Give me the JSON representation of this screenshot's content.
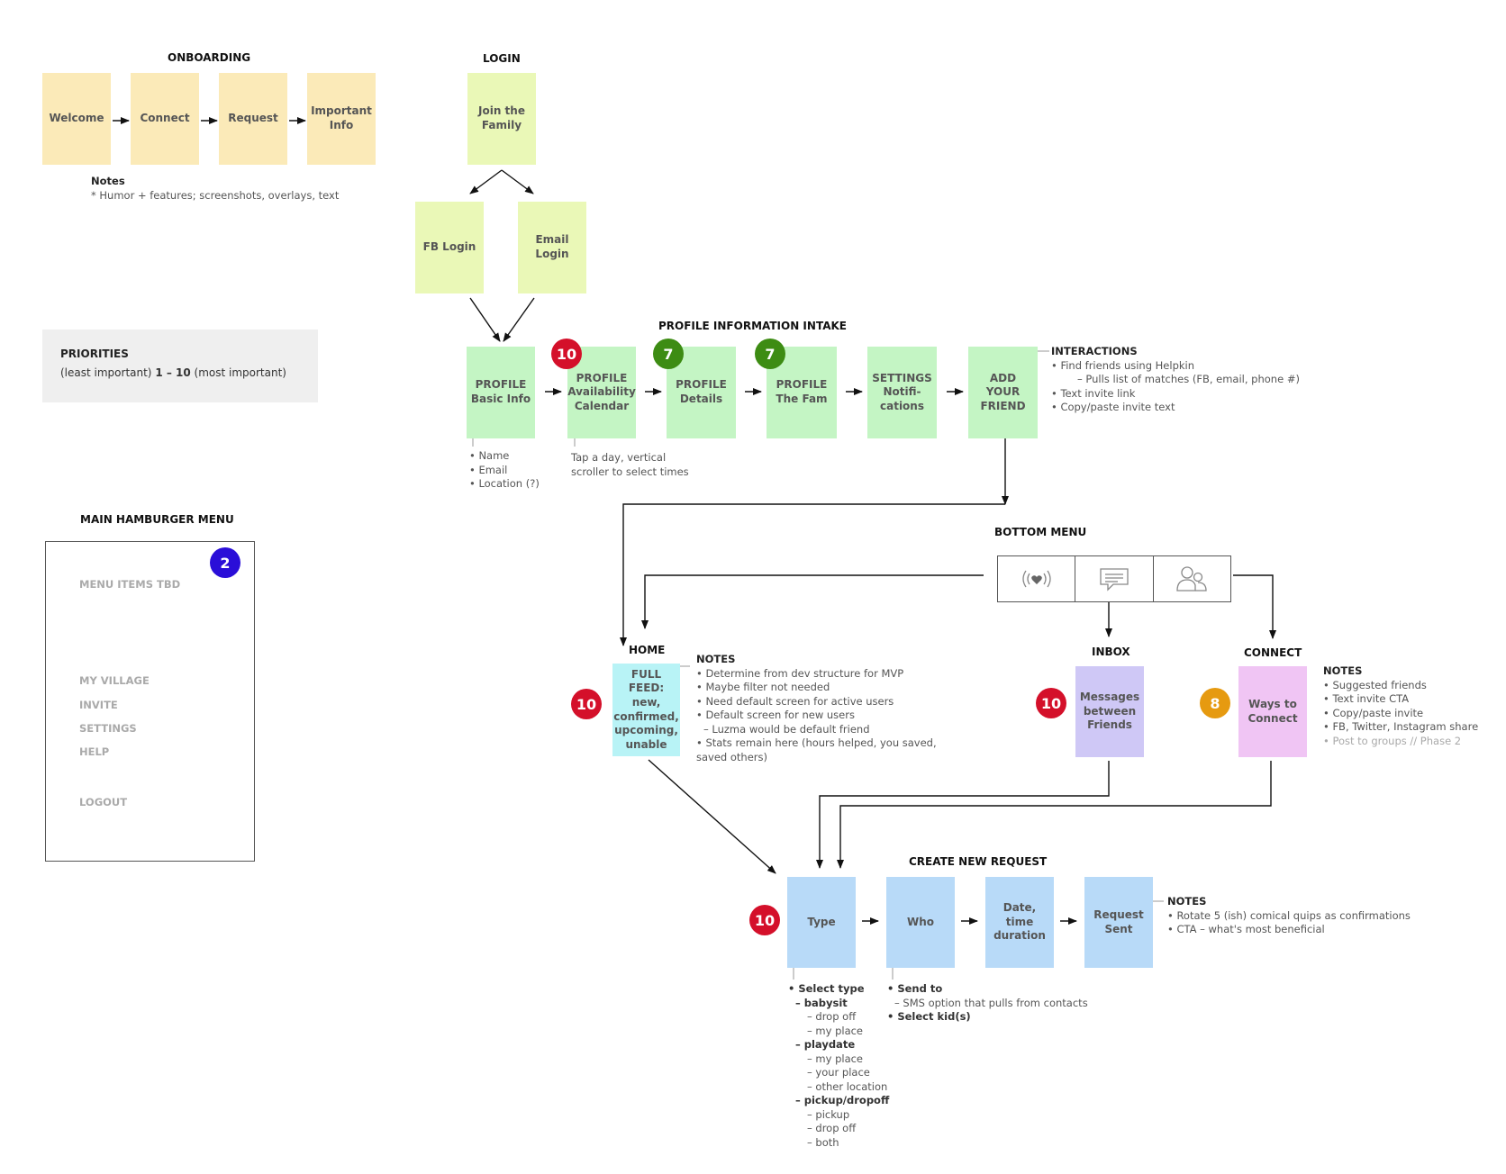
{
  "onboarding": {
    "title": "ONBOARDING",
    "steps": [
      "Welcome",
      "Connect",
      "Request",
      "Important Info"
    ],
    "notes_title": "Notes",
    "notes_text": "* Humor + features; screenshots, overlays, text"
  },
  "login": {
    "title": "LOGIN",
    "join": "Join the Family",
    "fb": "FB Login",
    "email": "Email Login"
  },
  "priorities": {
    "title": "PRIORITIES",
    "prefix": "(least important) ",
    "range": "1 – 10",
    "suffix": " (most important)"
  },
  "profile_intake": {
    "title": "PROFILE INFORMATION INTAKE",
    "steps": [
      "PROFILE Basic Info",
      "PROFILE Availability Calendar",
      "PROFILE Details",
      "PROFILE The Fam",
      "SETTINGS Notifi-cations",
      "ADD YOUR FRIEND"
    ],
    "badges": [
      "10",
      "7",
      "7"
    ],
    "basic_info_notes": [
      "• Name",
      "• Email",
      "• Location (?)"
    ],
    "calendar_notes": [
      "Tap a day, vertical",
      "scroller to select times"
    ],
    "interactions_title": "INTERACTIONS",
    "interactions": [
      "• Find friends using Helpkin",
      "– Pulls list of matches (FB, email, phone #)",
      "• Text invite link",
      "• Copy/paste invite text"
    ]
  },
  "hamburger": {
    "title": "MAIN HAMBURGER MENU",
    "badge": "2",
    "tbd": "MENU ITEMS TBD",
    "items": [
      "MY VILLAGE",
      "INVITE",
      "SETTINGS",
      "HELP"
    ],
    "logout": "LOGOUT"
  },
  "bottom_menu": {
    "title": "BOTTOM MENU",
    "icons": [
      "heart-signal-icon",
      "chat-bubble-icon",
      "people-icon"
    ]
  },
  "home": {
    "title": "HOME",
    "box": "FULL FEED: new, confirmed, upcoming, unable",
    "badge": "10",
    "notes_title": "NOTES",
    "notes": [
      "• Determine from dev structure for MVP",
      "• Maybe filter not needed",
      "• Need default screen for active users",
      "• Default screen for new users",
      "– Luzma would be default friend",
      "• Stats remain here (hours helped, you saved,",
      "saved others)"
    ]
  },
  "inbox": {
    "title": "INBOX",
    "box": "Messages between Friends",
    "badge": "10"
  },
  "connect": {
    "title": "CONNECT",
    "box": "Ways to Connect",
    "badge": "8",
    "notes_title": "NOTES",
    "notes": [
      "• Suggested friends",
      "• Text invite CTA",
      "• Copy/paste invite",
      "• FB, Twitter, Instagram share"
    ],
    "muted_note": "• Post to groups // Phase 2"
  },
  "create_request": {
    "title": "CREATE NEW REQUEST",
    "steps": [
      "Type",
      "Who",
      "Date, time duration",
      "Request Sent"
    ],
    "badge": "10",
    "notes_title": "NOTES",
    "notes": [
      "• Rotate 5 (ish) comical quips as confirmations",
      "• CTA – what's most beneficial"
    ],
    "type_notes": {
      "select_type": "• Select type",
      "babysit": "– babysit",
      "babysit_opts": [
        "– drop off",
        "– my place"
      ],
      "playdate": "– playdate",
      "playdate_opts": [
        "– my place",
        "– your place",
        "– other location"
      ],
      "pickup": "– pickup/dropoff",
      "pickup_opts": [
        "– pickup",
        "– drop off",
        "– both"
      ]
    },
    "who_notes": {
      "send_to": "• Send to",
      "sms": "– SMS option that pulls from contacts",
      "select_kids": "• Select kid(s)"
    }
  },
  "colors": {
    "onboarding": "#fbeab8",
    "login": "#eaf8b7",
    "profile": "#c4f5c4",
    "home": "#b8f3f6",
    "inbox": "#cfc8f6",
    "connect": "#f0c5f4",
    "request": "#b8daf8",
    "badge_red": "#d4102a",
    "badge_green": "#3d8c13",
    "badge_blue": "#2a0ed8",
    "badge_orange": "#e69a10"
  }
}
